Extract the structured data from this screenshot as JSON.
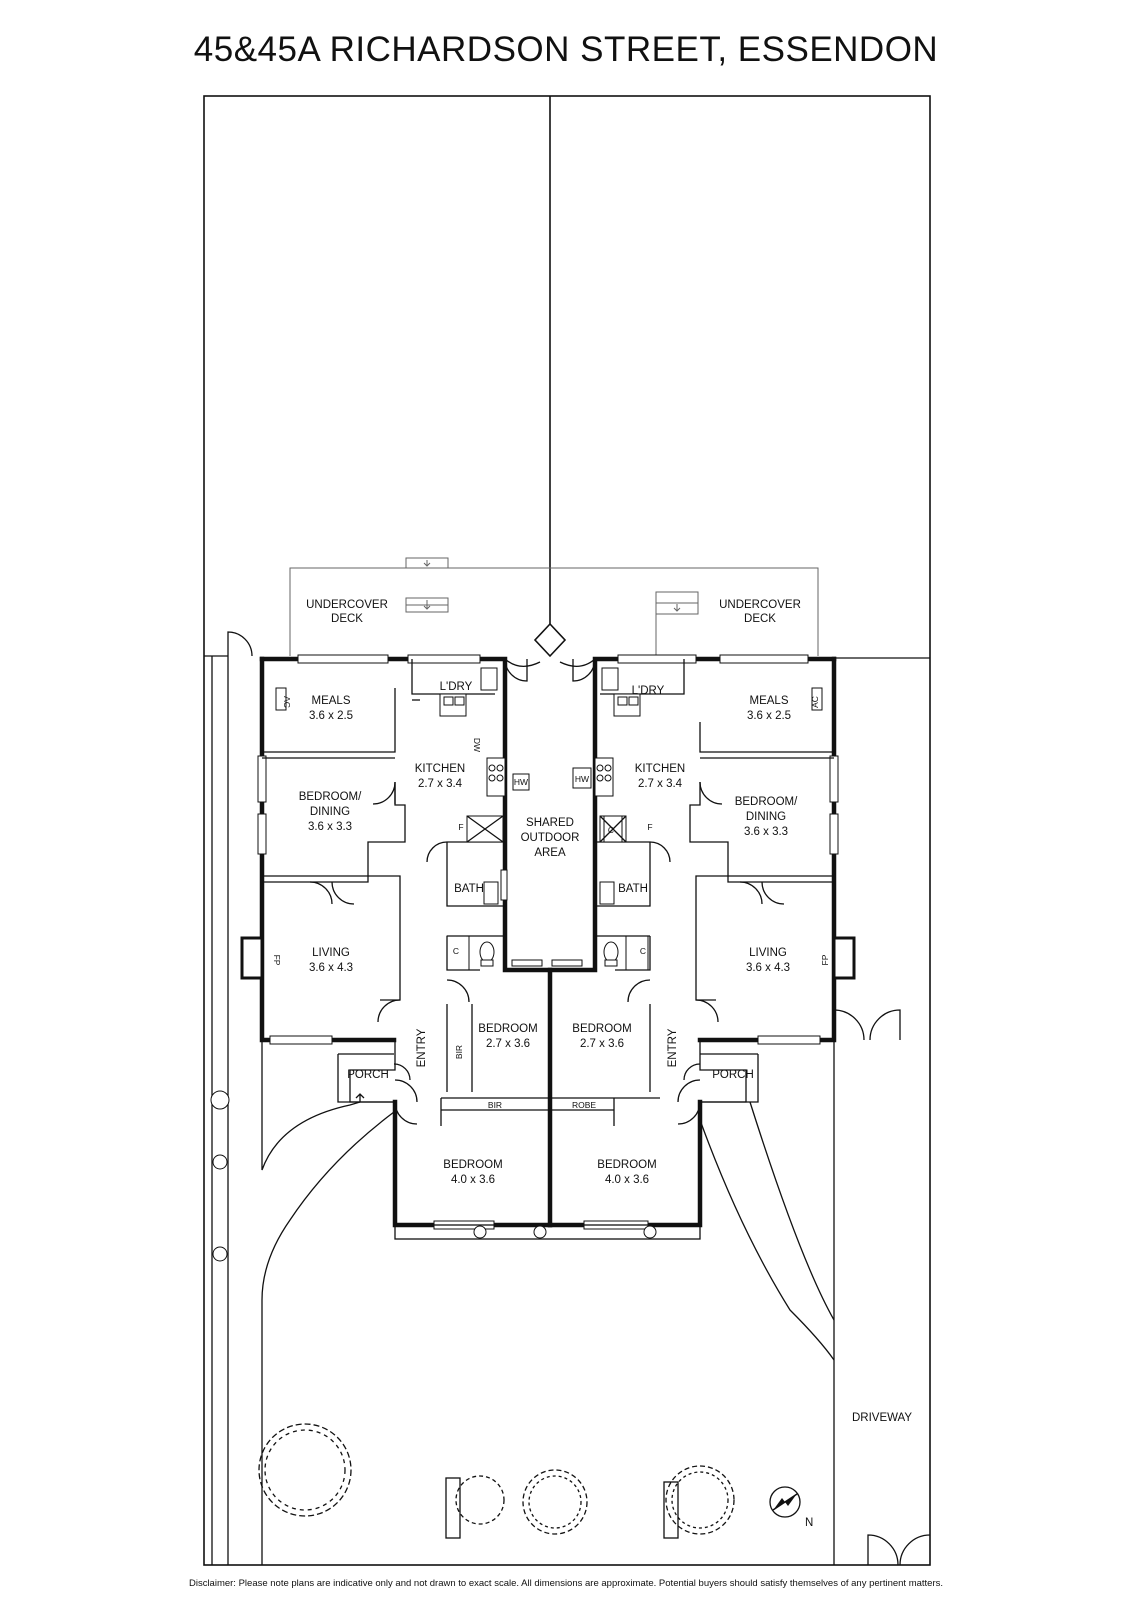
{
  "title": "45&45A RICHARDSON STREET, ESSENDON",
  "disclaimer": "Disclaimer: Please note plans are indicative only and not drawn to exact scale. All dimensions are approximate. Potential buyers should satisfy themselves of any pertinent matters.",
  "compass": {
    "label": "N"
  },
  "left_unit": {
    "undercover_deck": [
      "UNDERCOVER",
      "DECK"
    ],
    "meals": {
      "name": "MEALS",
      "size": "3.6 x 2.5"
    },
    "laundry": "L'DRY",
    "kitchen": {
      "name": "KITCHEN",
      "size": "2.7 x 3.4"
    },
    "bedroom_dining": {
      "name_line1": "BEDROOM/",
      "name_line2": "DINING",
      "size": "3.6 x 3.3"
    },
    "bath": "BATH",
    "living": {
      "name": "LIVING",
      "size": "3.6 x 4.3"
    },
    "entry": "ENTRY",
    "porch": "PORCH",
    "bedroom_small": {
      "name": "BEDROOM",
      "size": "2.7 x 3.6"
    },
    "bedroom_large": {
      "name": "BEDROOM",
      "size": "4.0 x 3.6"
    },
    "bir_vertical": "BIR",
    "bir_horizontal": "BIR",
    "ac": "AC",
    "fp": "FP",
    "dw": "DW",
    "fridge": "F",
    "cupboard": "C",
    "hw": "HW"
  },
  "right_unit": {
    "undercover_deck": [
      "UNDERCOVER",
      "DECK"
    ],
    "meals": {
      "name": "MEALS",
      "size": "3.6 x 2.5"
    },
    "laundry": "L'DRY",
    "kitchen": {
      "name": "KITCHEN",
      "size": "2.7 x 3.4"
    },
    "bedroom_dining": {
      "name_line1": "BEDROOM/",
      "name_line2": "DINING",
      "size": "3.6 x 3.3"
    },
    "bath": "BATH",
    "living": {
      "name": "LIVING",
      "size": "3.6 x 4.3"
    },
    "entry": "ENTRY",
    "porch": "PORCH",
    "bedroom_small": {
      "name": "BEDROOM",
      "size": "2.7 x 3.6"
    },
    "bedroom_large": {
      "name": "BEDROOM",
      "size": "4.0 x 3.6"
    },
    "robe": "ROBE",
    "ac": "AC",
    "fp": "FP",
    "fridge": "F",
    "cupboard_1": "C",
    "cupboard_2": "C",
    "hw": "HW"
  },
  "shared_outdoor": [
    "SHARED",
    "OUTDOOR",
    "AREA"
  ],
  "driveway": "DRIVEWAY"
}
